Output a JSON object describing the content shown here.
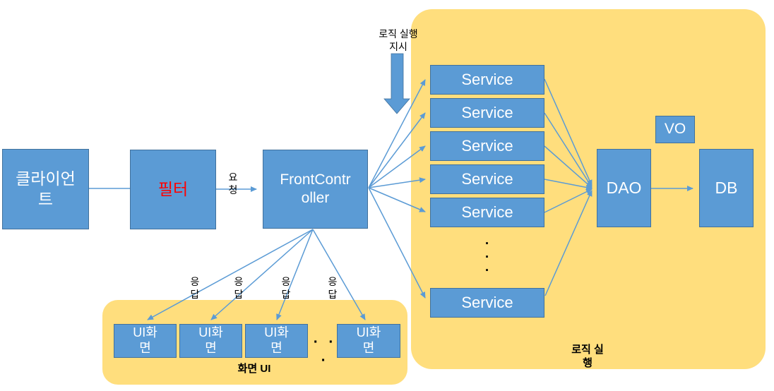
{
  "diagram_type": "web-mvc-architecture",
  "colors": {
    "box_fill": "#5B9BD5",
    "box_border": "#41719C",
    "container_fill": "#FFDE7D",
    "arrow": "#5B9BD5",
    "box_text": "#FFFFFF",
    "label_text": "#000000",
    "filter_text": "#FF0000",
    "background": "#FFFFFF"
  },
  "nodes": {
    "client": "클라이언\n트",
    "filter": "필터",
    "front_controller": "FrontContr\noller",
    "services": [
      "Service",
      "Service",
      "Service",
      "Service",
      "Service",
      "Service"
    ],
    "dao": "DAO",
    "vo": "VO",
    "db": "DB",
    "ui_screens": [
      "UI화\n면",
      "UI화\n면",
      "UI화\n면",
      "UI화\n면"
    ]
  },
  "labels": {
    "request": "요\n청",
    "responses": [
      "응\n답",
      "응\n답",
      "응\n답",
      "응\n답"
    ],
    "logic_instruction": "로직 실행\n지시",
    "logic_container": "로직 실\n행",
    "screen_container": "화면 UI",
    "h_ellipsis": "∙ ∙ ∙",
    "v_ellipsis": "·\n·\n·"
  }
}
